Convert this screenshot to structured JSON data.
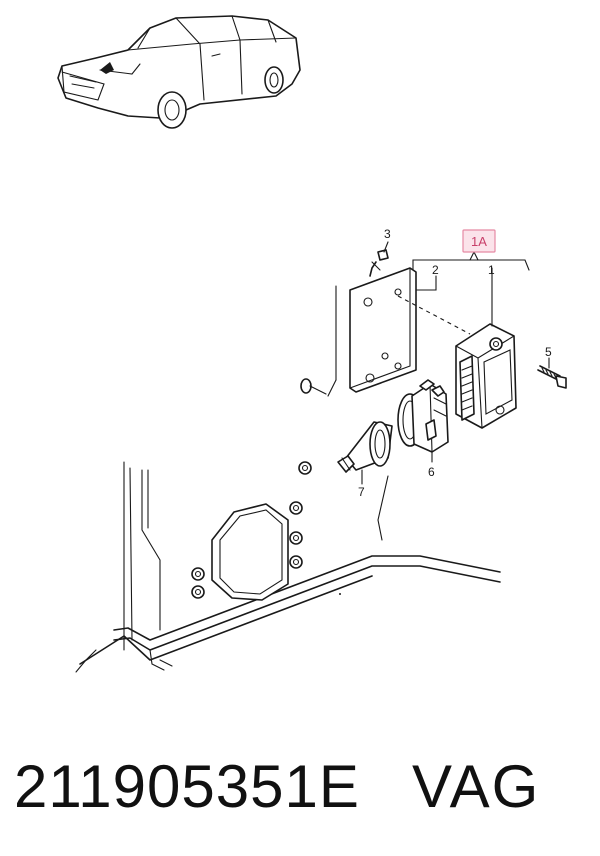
{
  "callouts": {
    "c1": "1",
    "c1a": "1A",
    "c2": "2",
    "c3": "3",
    "c5": "5",
    "c6": "6",
    "c7": "7"
  },
  "caption": {
    "part_number": "211905351E",
    "brand": "VAG"
  },
  "colors": {
    "line": "#1a1a1a",
    "highlight_fill": "#fbe3ea",
    "highlight_stroke": "#e58aa5",
    "highlight_text": "#c8406a"
  }
}
